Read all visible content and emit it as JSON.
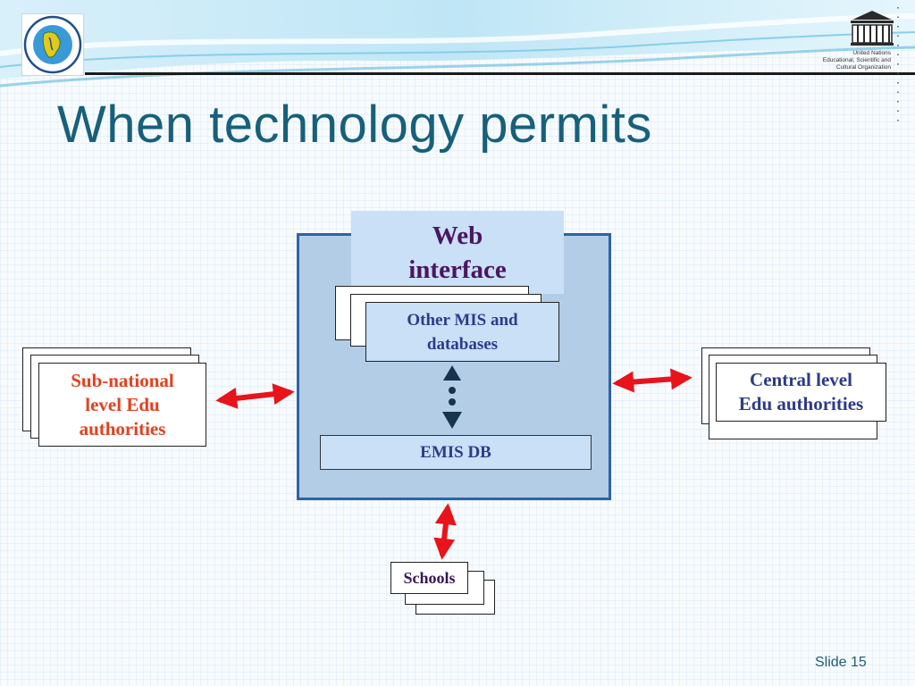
{
  "slide": {
    "title": "When technology permits",
    "slide_label": "Slide 15"
  },
  "header": {
    "left_logo_icon": "mekong-institute-logo",
    "right_logo_icon": "unesco-logo",
    "unesco_lines": [
      "United Nations",
      "Educational, Scientific and",
      "Cultural Organization"
    ]
  },
  "diagram": {
    "web_interface_lines": [
      "Web",
      "interface"
    ],
    "other_mis_lines": [
      "Other MIS and",
      "databases"
    ],
    "emis_db": "EMIS DB",
    "subnational_lines": [
      "Sub-national",
      "level Edu",
      "authorities"
    ],
    "central_lines": [
      "Central level",
      "Edu authorities"
    ],
    "schools": "Schools",
    "colors": {
      "frame_fill": "#b4cde6",
      "frame_border": "#2a64a6",
      "inner_box": "#c9e0f7",
      "arrow_red": "#e8131b",
      "arrow_navy": "#17344f",
      "subnational_text": "#e5401f",
      "title_text": "#17607c"
    }
  }
}
